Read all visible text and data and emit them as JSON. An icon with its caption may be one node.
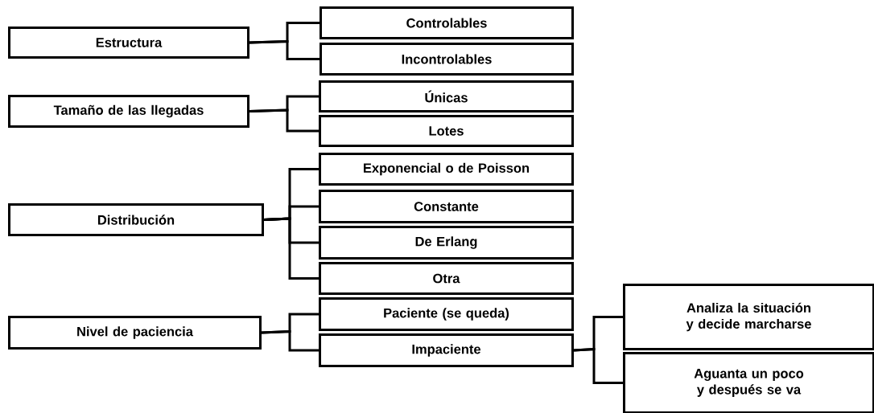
{
  "diagram": {
    "nodes": [
      {
        "text": [
          "Estructura"
        ]
      },
      {
        "text": [
          "Controlables"
        ]
      },
      {
        "text": [
          "Incontrolables"
        ]
      },
      {
        "text": [
          "Tamaño de las llegadas"
        ]
      },
      {
        "text": [
          "Únicas"
        ]
      },
      {
        "text": [
          "Lotes"
        ]
      },
      {
        "text": [
          "Distribución"
        ]
      },
      {
        "text": [
          "Exponencial o de Poisson"
        ]
      },
      {
        "text": [
          "Constante"
        ]
      },
      {
        "text": [
          "De Erlang"
        ]
      },
      {
        "text": [
          "Otra"
        ]
      },
      {
        "text": [
          "Nivel de paciencia"
        ]
      },
      {
        "text": [
          "Paciente (se queda)"
        ]
      },
      {
        "text": [
          "Impaciente"
        ]
      },
      {
        "text": [
          "Analiza la situación y decide marcharse"
        ]
      },
      {
        "text": [
          "Aguanta un poco y después se va"
        ]
      }
    ],
    "edges": [
      {
        "from": 0,
        "to": 1,
        "arrow": "none"
      },
      {
        "from": 0,
        "to": 2,
        "arrow": "none"
      },
      {
        "from": 3,
        "to": 4,
        "arrow": "none"
      },
      {
        "from": 3,
        "to": 5,
        "arrow": "none"
      },
      {
        "from": 6,
        "to": 7,
        "arrow": "none"
      },
      {
        "from": 6,
        "to": 8,
        "arrow": "none"
      },
      {
        "from": 6,
        "to": 9,
        "arrow": "none"
      },
      {
        "from": 6,
        "to": 10,
        "arrow": "none"
      },
      {
        "from": 11,
        "to": 12,
        "arrow": "none"
      },
      {
        "from": 11,
        "to": 13,
        "arrow": "none"
      },
      {
        "from": 13,
        "to": 14,
        "arrow": "none"
      },
      {
        "from": 13,
        "to": 15,
        "arrow": "none"
      }
    ]
  }
}
